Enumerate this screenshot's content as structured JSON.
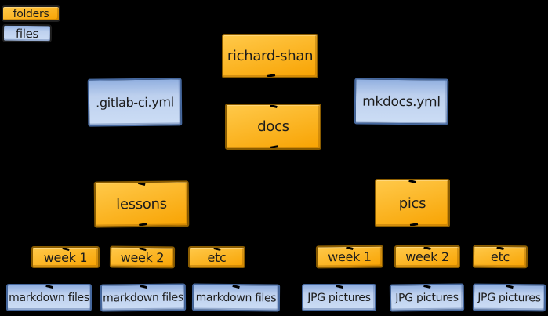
{
  "colors": {
    "background": "#000000",
    "text": "#1c1c1c",
    "folder_fill_top": "#ffc94a",
    "folder_fill_bottom": "#f8a506",
    "folder_border": "#8a5c00",
    "file_fill_top": "#92b0e0",
    "file_fill_bottom": "#ccddf5",
    "file_border": "#46689e"
  },
  "legend": {
    "folders_label": "folders",
    "files_label": "files"
  },
  "nodes": {
    "root": {
      "label": "richard-shan",
      "type": "folder"
    },
    "gitlab_ci": {
      "label": ".gitlab-ci.yml",
      "type": "file"
    },
    "docs": {
      "label": "docs",
      "type": "folder"
    },
    "mkdocs": {
      "label": "mkdocs.yml",
      "type": "file"
    },
    "lessons": {
      "label": "lessons",
      "type": "folder"
    },
    "pics": {
      "label": "pics",
      "type": "folder"
    },
    "lessons_week1": {
      "label": "week 1",
      "type": "folder"
    },
    "lessons_week2": {
      "label": "week 2",
      "type": "folder"
    },
    "lessons_etc": {
      "label": "etc",
      "type": "folder"
    },
    "pics_week1": {
      "label": "week 1",
      "type": "folder"
    },
    "pics_week2": {
      "label": "week 2",
      "type": "folder"
    },
    "pics_etc": {
      "label": "etc",
      "type": "folder"
    },
    "markdown_1": {
      "label": "markdown files",
      "type": "file"
    },
    "markdown_2": {
      "label": "markdown files",
      "type": "file"
    },
    "markdown_3": {
      "label": "markdown files",
      "type": "file"
    },
    "jpg_1": {
      "label": "JPG pictures",
      "type": "file"
    },
    "jpg_2": {
      "label": "JPG pictures",
      "type": "file"
    },
    "jpg_3": {
      "label": "JPG pictures",
      "type": "file"
    }
  }
}
